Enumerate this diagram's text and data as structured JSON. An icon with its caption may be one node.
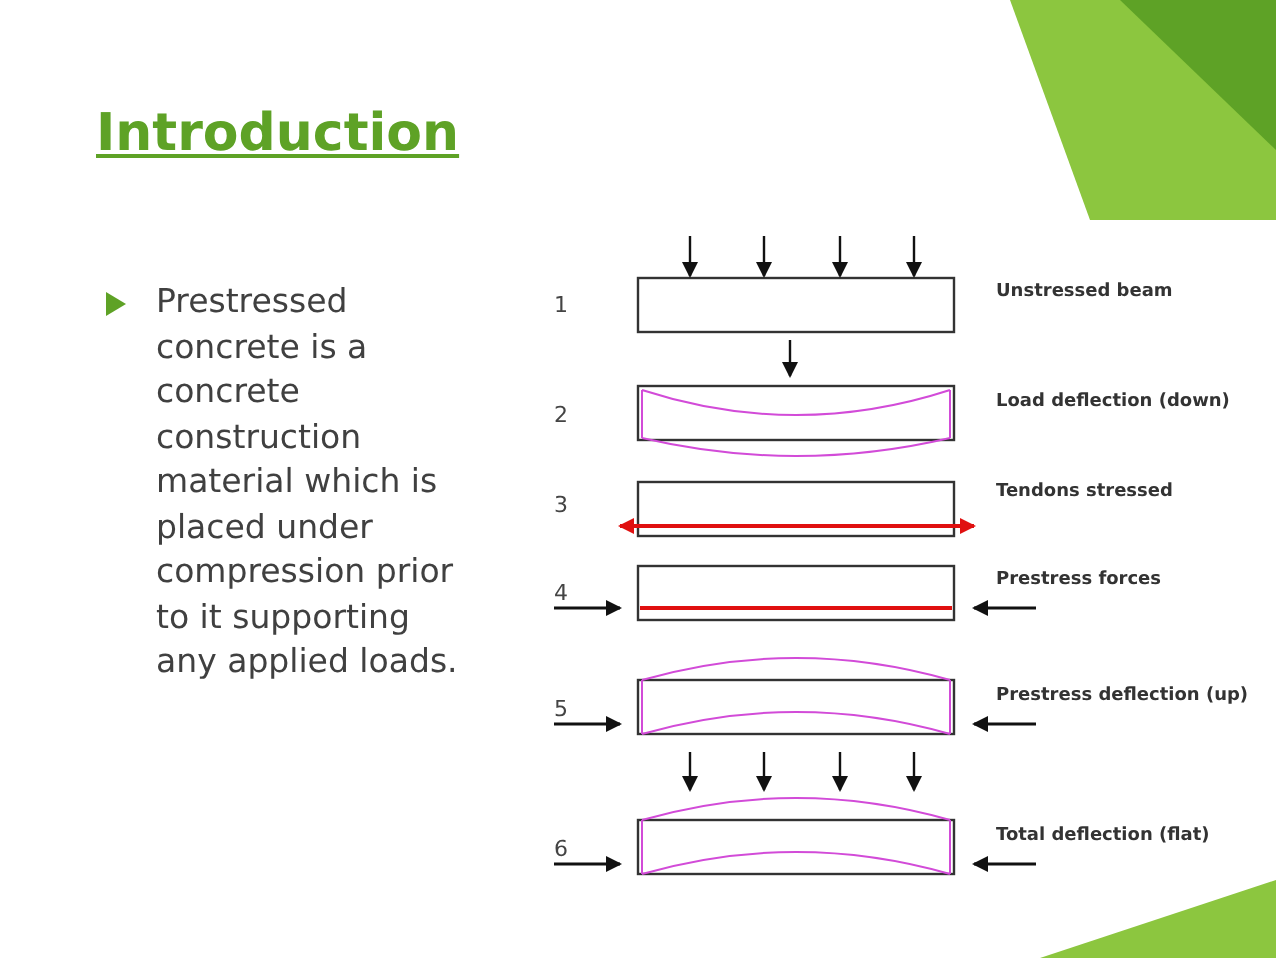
{
  "diagram": {
    "title": "Introduction",
    "labels": [
      "Prestressed concrete is a concrete construction material which is placed under compression prior to it supporting any applied loads.",
      "1",
      "Unstressed beam",
      "2",
      "Load deflection (down)",
      "3",
      "Tendons stressed",
      "4",
      "Prestress forces",
      "5",
      "Prestress deflection (up)",
      "6",
      "Total deflection (flat)"
    ]
  }
}
